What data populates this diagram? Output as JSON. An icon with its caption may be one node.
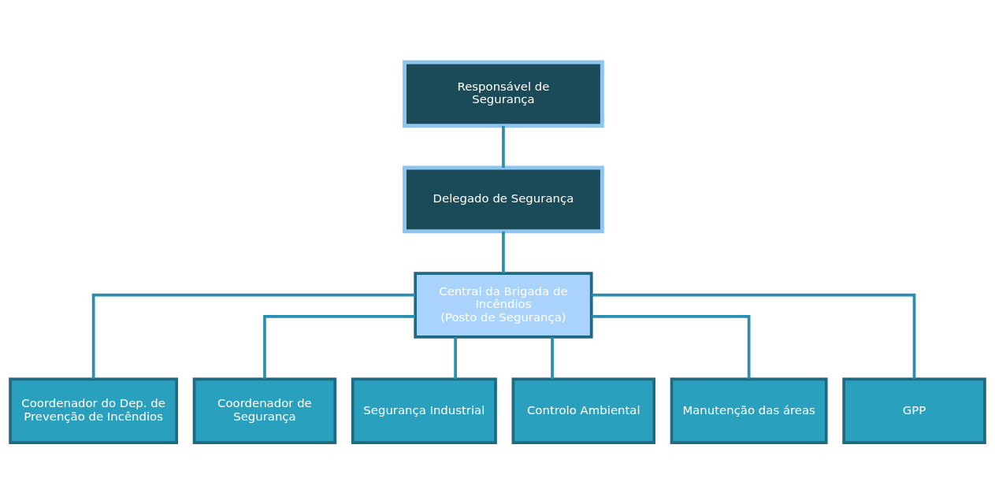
{
  "diagram": {
    "nodes": [
      {
        "text": [
          "Responsável de Segurança"
        ]
      },
      {
        "text": [
          "Delegado de Segurança"
        ]
      },
      {
        "text": [
          "Central da Brigada de Incêndios",
          "(Posto de Segurança)"
        ]
      },
      {
        "text": [
          "Coordenador do Dep. de Prevenção de Incêndios"
        ]
      },
      {
        "text": [
          "Coordenador de Segurança"
        ]
      },
      {
        "text": [
          "Segurança Industrial"
        ]
      },
      {
        "text": [
          "Controlo Ambiental"
        ]
      },
      {
        "text": [
          "Manutenção das áreas"
        ]
      },
      {
        "text": [
          "GPP"
        ]
      }
    ],
    "edges": [
      {
        "from": 0,
        "to": 1,
        "arrow": "none"
      },
      {
        "from": 1,
        "to": 2,
        "arrow": "none"
      },
      {
        "from": 2,
        "to": 3,
        "arrow": "none"
      },
      {
        "from": 2,
        "to": 4,
        "arrow": "none"
      },
      {
        "from": 2,
        "to": 5,
        "arrow": "none"
      },
      {
        "from": 2,
        "to": 6,
        "arrow": "none"
      },
      {
        "from": 2,
        "to": 7,
        "arrow": "none"
      },
      {
        "from": 2,
        "to": 8,
        "arrow": "none"
      }
    ]
  }
}
